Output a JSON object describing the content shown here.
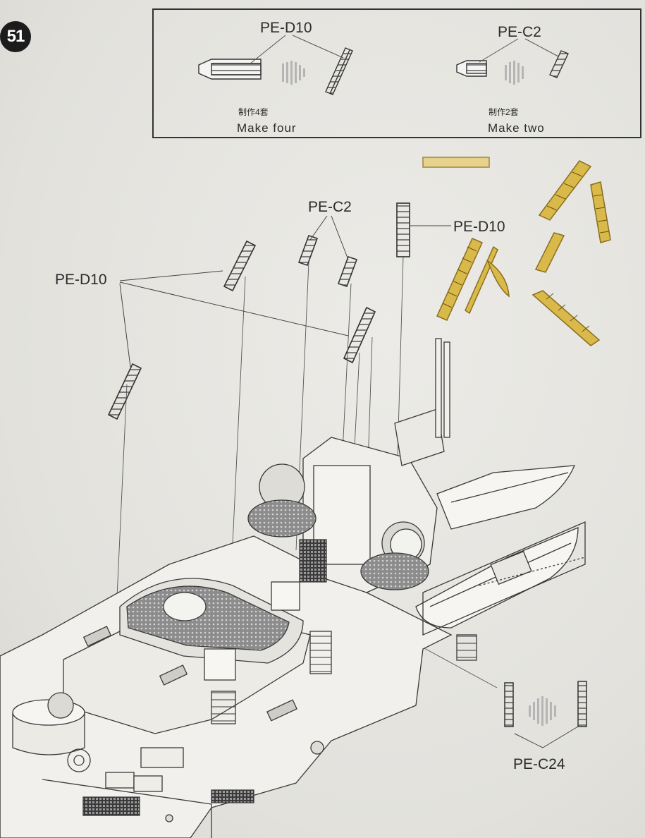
{
  "step": {
    "number": "51"
  },
  "inset": {
    "left": {
      "part": "PE-D10",
      "chinese": "制作4套",
      "instruction": "Make  four"
    },
    "right": {
      "part": "PE-C2",
      "chinese": "制作2套",
      "instruction": "Make  two"
    }
  },
  "callouts": {
    "pe_c2": "PE-C2",
    "pe_d10_right": "PE-D10",
    "pe_d10_left": "PE-D10",
    "pe_c24": "PE-C24"
  },
  "colors": {
    "line": "#3a3a3a",
    "brass": "#c9a93a",
    "paper": "#e6e5e1"
  }
}
